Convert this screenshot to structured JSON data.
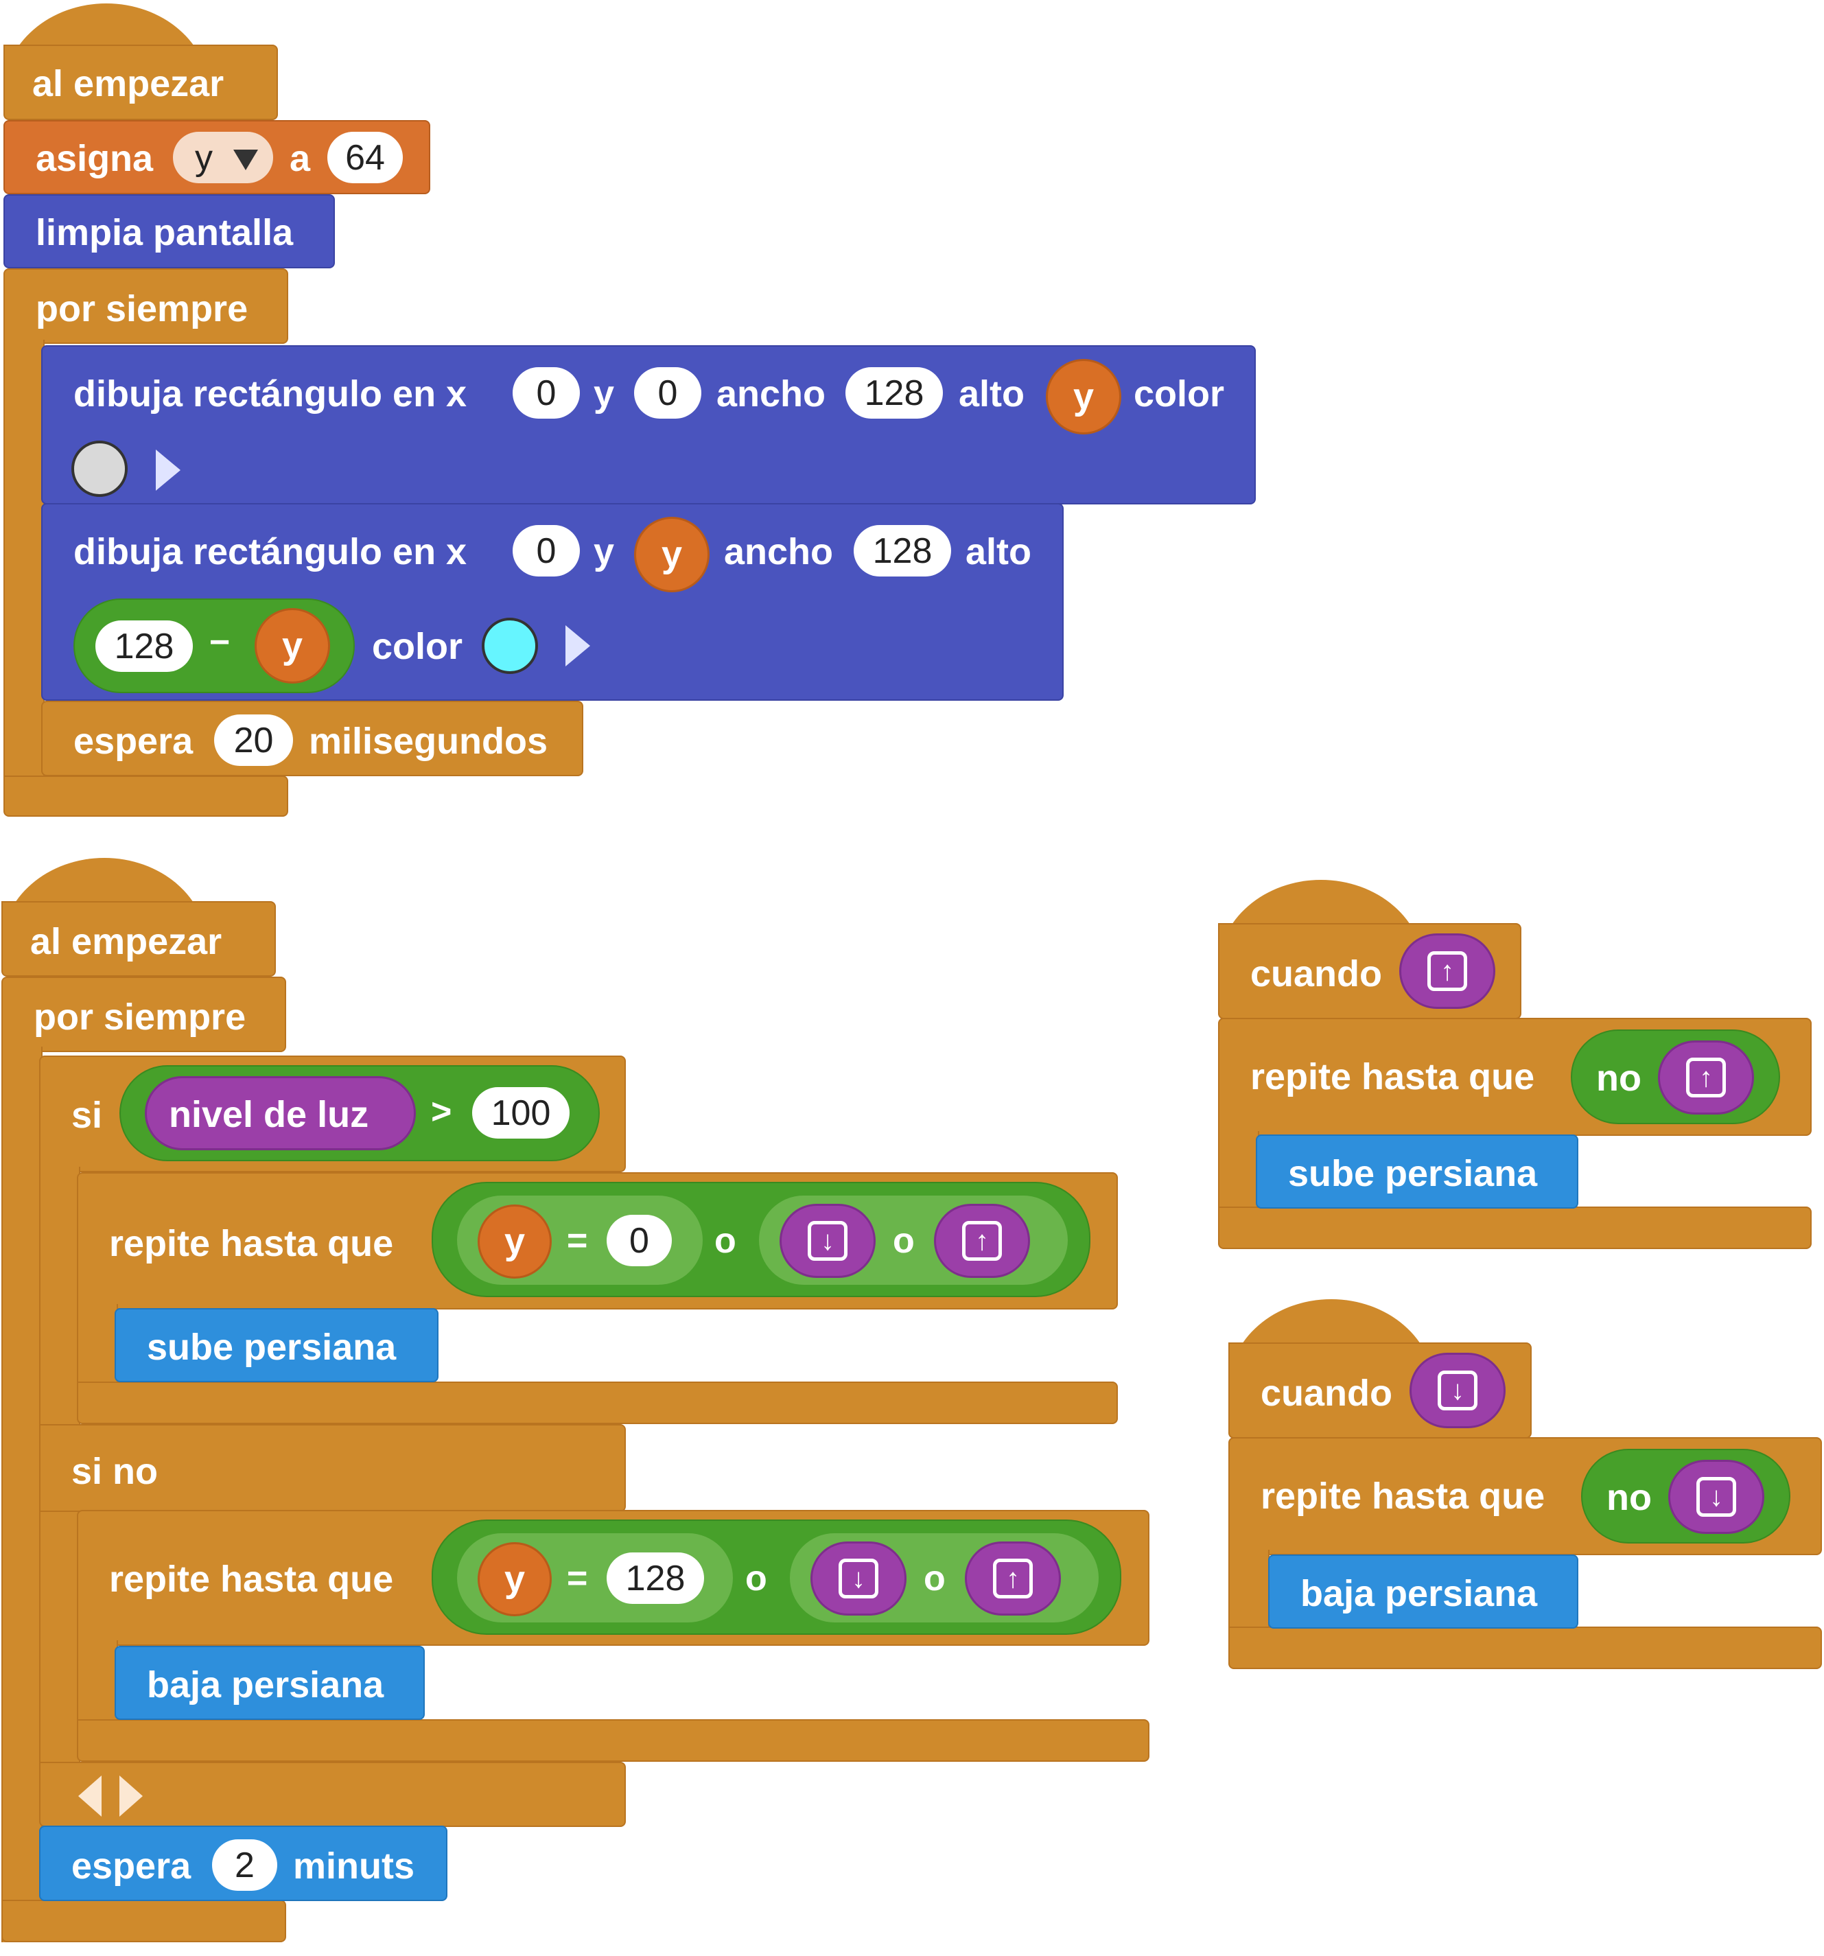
{
  "script1": {
    "hat": "al empezar",
    "set_block": {
      "label": "asigna",
      "variable": "y",
      "to": "a",
      "value": "64"
    },
    "clear": "limpia pantalla",
    "forever": "por siempre",
    "rect1": {
      "label": "dibuja rectángulo en x",
      "x": "0",
      "y_label": "y",
      "y": "0",
      "width_label": "ancho",
      "width": "128",
      "height_label": "alto",
      "height_var": "y",
      "color_label": "color",
      "color": "#D9D9D9"
    },
    "rect2": {
      "label": "dibuja rectángulo en x",
      "x": "0",
      "y_label": "y",
      "y_var": "y",
      "width_label": "ancho",
      "width": "128",
      "height_label": "alto",
      "height_expr": {
        "left": "128",
        "op": "−",
        "right": "y"
      },
      "color_label": "color",
      "color": "#66F5FF"
    },
    "wait": {
      "label": "espera",
      "value": "20",
      "unit": "milisegundos"
    }
  },
  "script2": {
    "hat": "al empezar",
    "forever": "por siempre",
    "if": {
      "label": "si",
      "sensor": "nivel de luz",
      "op": ">",
      "value": "100"
    },
    "repeat1": {
      "label": "repite hasta que",
      "var": "y",
      "eq": "=",
      "value": "0",
      "or1": "o",
      "or2": "o"
    },
    "up_action": "sube persiana",
    "else": "si no",
    "repeat2": {
      "label": "repite hasta que",
      "var": "y",
      "eq": "=",
      "value": "128",
      "or1": "o",
      "or2": "o"
    },
    "down_action": "baja persiana",
    "wait": {
      "label": "espera",
      "value": "2",
      "unit": "minuts"
    }
  },
  "script3": {
    "hat": "cuando",
    "key": "up-arrow",
    "repeat": "repite hasta que",
    "not": "no",
    "action": "sube persiana"
  },
  "script4": {
    "hat": "cuando",
    "key": "down-arrow",
    "repeat": "repite hasta que",
    "not": "no",
    "action": "baja persiana"
  },
  "glyphs": {
    "up": "⇧",
    "down": "⇩",
    "up_arrow": "↑",
    "down_arrow": "↓"
  }
}
